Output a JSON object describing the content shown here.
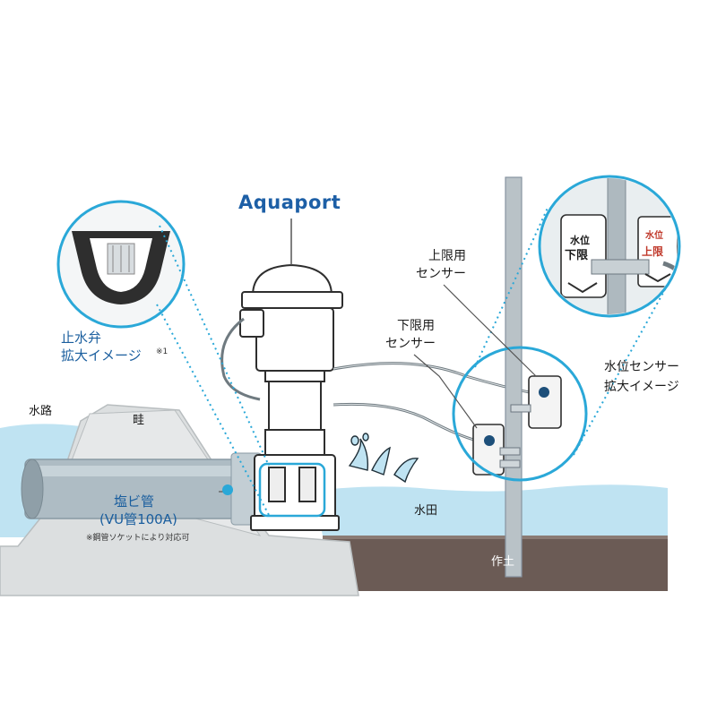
{
  "brand": {
    "name": "Aquaport",
    "color": "#1d5fa6"
  },
  "labels": {
    "water_channel": "水路",
    "levee": "畦",
    "paddy": "水田",
    "subsoil": "作土",
    "pvc_pipe_line1": "塩ビ管",
    "pvc_pipe_line2": "(VU管100A)",
    "pvc_pipe_note": "※鋼管ソケットにより対応可",
    "stop_valve_line1": "止水弁",
    "stop_valve_line2": "拡大イメージ",
    "stop_valve_note": "※1",
    "upper_sensor_line1": "上限用",
    "upper_sensor_line2": "センサー",
    "lower_sensor_line1": "下限用",
    "lower_sensor_line2": "センサー",
    "level_sensor_line1": "水位センサー",
    "level_sensor_line2": "拡大イメージ"
  },
  "sensor_tags": {
    "upper_line1": "水位",
    "upper_line2": "上限",
    "lower_line1": "水位",
    "lower_line2": "下限"
  },
  "colors": {
    "water": "#bfe3f2",
    "soil": "#6b5b55",
    "levee": "#d9dcdd",
    "accent": "#2aa8d8",
    "label_blue": "#1a5e9e"
  }
}
